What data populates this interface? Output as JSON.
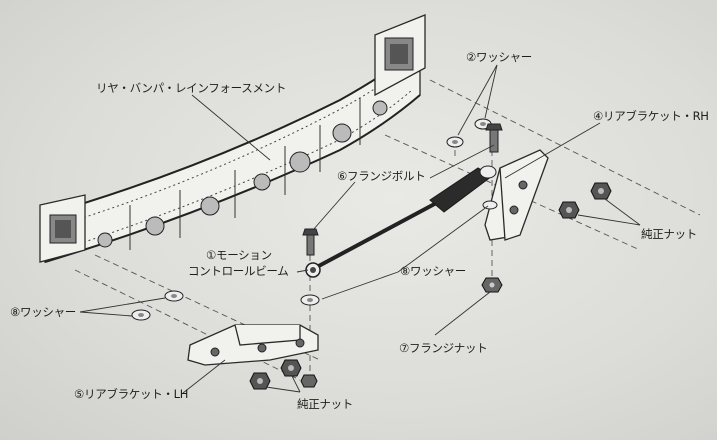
{
  "labels": {
    "reinforcement": "リヤ・バンパ・レインフォースメント",
    "washer2": "②ワッシャー",
    "bracket_rh": "④リアブラケット・RH",
    "flange_bolt": "⑥フランジボルト",
    "motion_control_beam_1": "①モーション",
    "motion_control_beam_2": "コントロールビーム",
    "washer8_center": "⑧ワッシャー",
    "washer8_left": "⑧ワッシャー",
    "flange_nut": "⑦フランジナット",
    "bracket_lh": "⑤リアブラケット・LH",
    "genuine_nut_right": "純正ナット",
    "genuine_nut_bottom": "純正ナット"
  }
}
